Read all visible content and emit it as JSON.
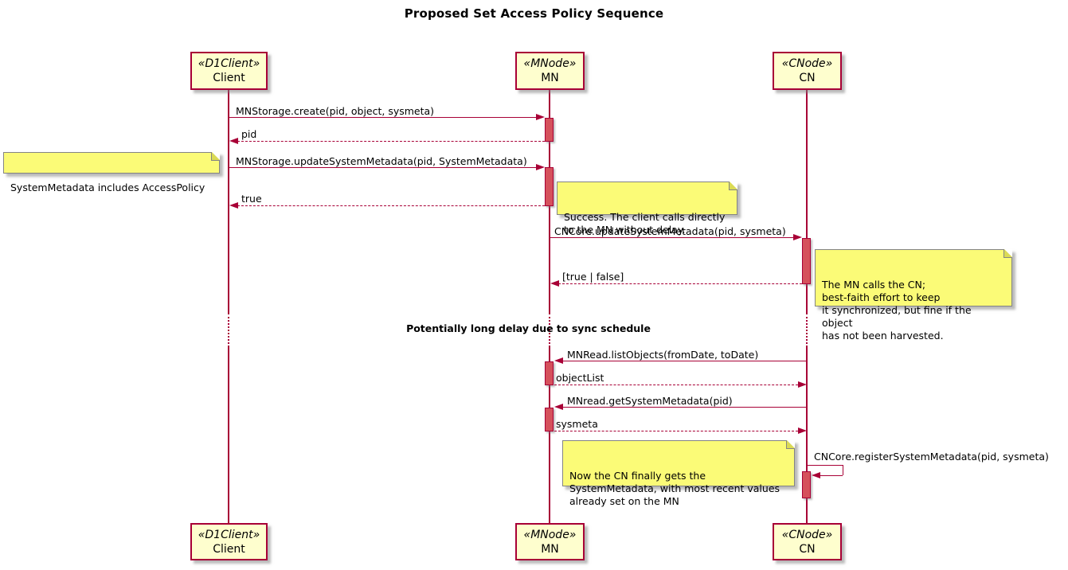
{
  "title": "Proposed Set Access Policy Sequence",
  "participants": [
    {
      "stereotype": "«D1Client»",
      "name": "Client"
    },
    {
      "stereotype": "«MNode»",
      "name": "MN"
    },
    {
      "stereotype": "«CNode»",
      "name": "CN"
    }
  ],
  "messages": [
    {
      "label": "MNStorage.create(pid, object, sysmeta)",
      "from": "Client",
      "to": "MN",
      "style": "solid"
    },
    {
      "label": "pid",
      "from": "MN",
      "to": "Client",
      "style": "dashed"
    },
    {
      "label": "MNStorage.updateSystemMetadata(pid, SystemMetadata)",
      "from": "Client",
      "to": "MN",
      "style": "solid"
    },
    {
      "label": "true",
      "from": "MN",
      "to": "Client",
      "style": "dashed"
    },
    {
      "label": "CNCore.updateSystemMetadata(pid, sysmeta)",
      "from": "MN",
      "to": "CN",
      "style": "solid"
    },
    {
      "label": "[true | false]",
      "from": "CN",
      "to": "MN",
      "style": "dashed"
    },
    {
      "label": "MNRead.listObjects(fromDate, toDate)",
      "from": "CN",
      "to": "MN",
      "style": "solid"
    },
    {
      "label": "objectList",
      "from": "MN",
      "to": "CN",
      "style": "dashed"
    },
    {
      "label": "MNread.getSystemMetadata(pid)",
      "from": "CN",
      "to": "MN",
      "style": "solid"
    },
    {
      "label": "sysmeta",
      "from": "MN",
      "to": "CN",
      "style": "dashed"
    },
    {
      "label": "CNCore.registerSystemMetadata(pid, sysmeta)",
      "from": "CN",
      "to": "CN",
      "style": "self"
    }
  ],
  "notes": [
    {
      "text": "SystemMetadata includes AccessPolicy",
      "position": "left of Client"
    },
    {
      "text": "Success. The client calls directly\nto the MN without delay.",
      "position": "right of MN"
    },
    {
      "text": "The MN calls the CN;\nbest-faith effort to keep\nit synchronized, but fine if the object\nhas not been harvested.",
      "position": "right of CN"
    },
    {
      "text": "Now the CN finally gets the\nSystemMetadata, with most recent values\nalready set on the MN",
      "position": "left of CN"
    }
  ],
  "divider": {
    "label": "Potentially long delay due to sync schedule"
  },
  "colors": {
    "accent": "#A80036",
    "participant_fill": "#FEFECE",
    "note_fill": "#FBFB77",
    "note_border": "#848484",
    "activation_fill": "#D5515C",
    "background": "#FFFFFF"
  }
}
